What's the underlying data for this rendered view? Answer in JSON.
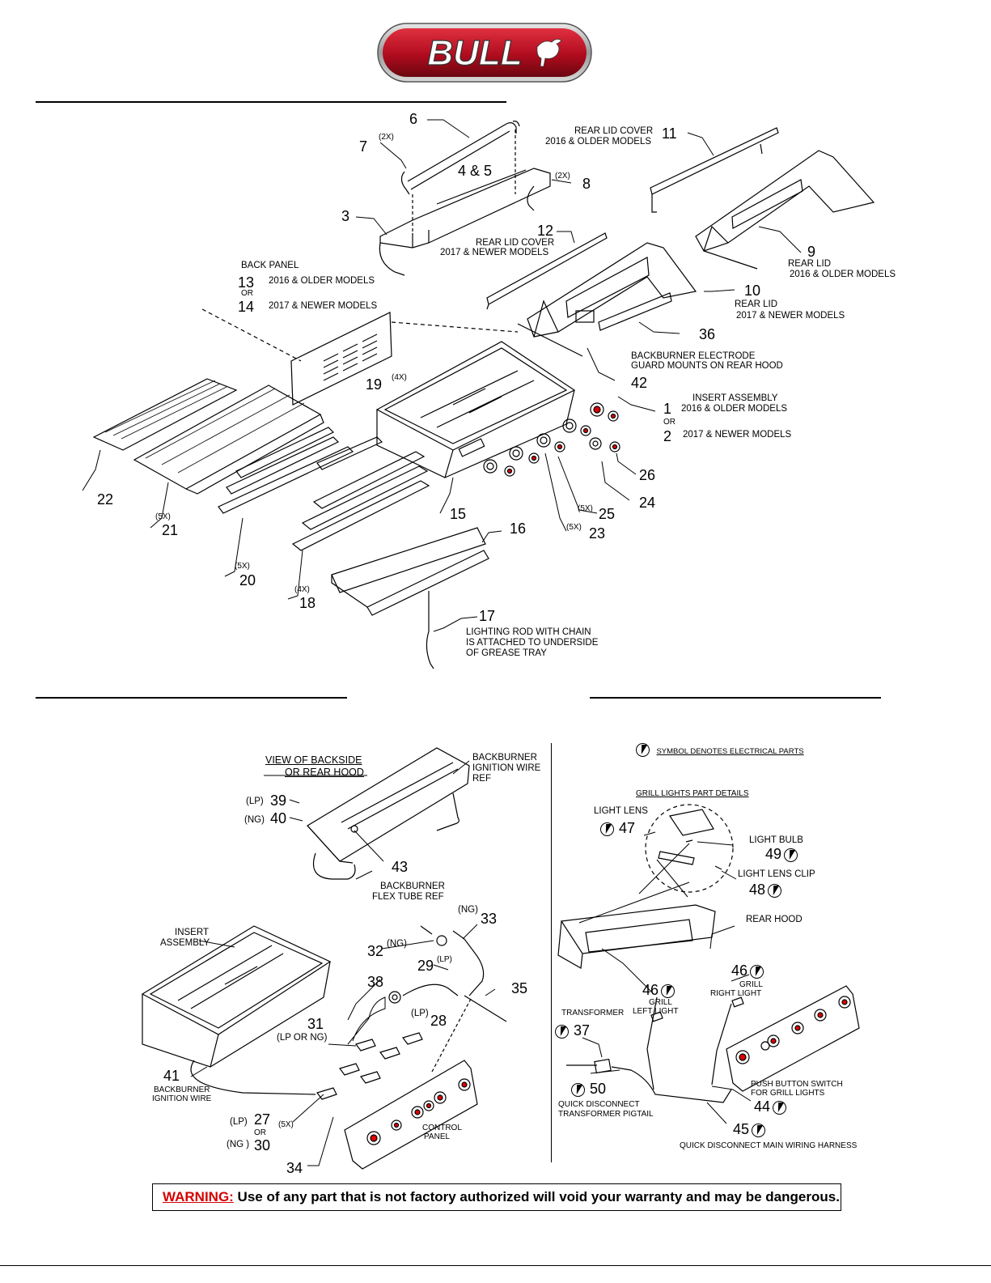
{
  "brand": {
    "logo_text": "BULL",
    "colors": {
      "red": "#c8102e",
      "dark_red": "#7a0a14",
      "silver": "#c9c9c9"
    }
  },
  "top_callouts": {
    "c6": "6",
    "c7": "7",
    "c7q": "(2X)",
    "c45": "4 & 5",
    "c8q": "(2X)",
    "c8": "8",
    "c3": "3",
    "c11_text": "REAR LID COVER",
    "c11": "11",
    "c11_sub": "2016 & OLDER MODELS",
    "c12": "12",
    "c12_text": "REAR LID COVER",
    "c12_sub": "2017 & NEWER MODELS",
    "c9": "9",
    "c9_text": "REAR LID",
    "c9_sub": "2016 & OLDER MODELS",
    "c10": "10",
    "c10_text": "REAR LID",
    "c10_sub": "2017 & NEWER MODELS",
    "bp_text": "BACK PANEL",
    "c13": "13",
    "c13_sub": "2016 & OLDER MODELS",
    "or1": "OR",
    "c14": "14",
    "c14_sub": "2017 & NEWER MODELS",
    "c36": "36",
    "c42_text1": "BACKBURNER ELECTRODE",
    "c42_text2": "GUARD MOUNTS ON REAR HOOD",
    "c42": "42",
    "c19": "19",
    "c19q": "(4X)",
    "c1": "1",
    "c1_text": "INSERT ASSEMBLY",
    "c1_sub": "2016 & OLDER MODELS",
    "or2": "OR",
    "c2": "2",
    "c2_sub": "2017 & NEWER MODELS",
    "c26": "26",
    "c24": "24",
    "c25q": "(5X)",
    "c25": "25",
    "c23q": "(5X)",
    "c23": "23",
    "c15": "15",
    "c22": "22",
    "c21q": "(5X)",
    "c21": "21",
    "c20q": "(5X)",
    "c20": "20",
    "c18q": "(4X)",
    "c18": "18",
    "c16": "16",
    "c17": "17",
    "c17_t1": "LIGHTING ROD WITH CHAIN",
    "c17_t2": "IS ATTACHED TO UNDERSIDE",
    "c17_t3": "OF GREASE TRAY"
  },
  "bottom_left": {
    "view1": "VIEW OF BACKSIDE",
    "view2": "OR REAR HOOD",
    "bb_ign1": "BACKBURNER",
    "bb_ign2": "IGNITION WIRE",
    "bb_ign3": "REF",
    "lp39": "(LP)",
    "c39": "39",
    "ng40": "(NG)",
    "c40": "40",
    "c43": "43",
    "flex1": "BACKBURNER",
    "flex2": "FLEX TUBE REF",
    "ng33": "(NG)",
    "c33": "33",
    "ng32": "(NG)",
    "c32": "32",
    "lp29": "(LP)",
    "c29": "29",
    "ins1": "INSERT",
    "ins2": "ASSEMBLY",
    "c38": "38",
    "c35": "35",
    "lp28": "(LP)",
    "c28": "28",
    "c31": "31",
    "c31_sub": "(LP OR NG)",
    "c41": "41",
    "c41_t1": "BACKBURNER",
    "c41_t2": "IGNITION WIRE",
    "lp27": "(LP)",
    "c27": "27",
    "or3": "OR",
    "q5x": "(5X)",
    "ng30": "(NG )",
    "c30": "30",
    "cp1": "CONTROL",
    "cp2": "PANEL",
    "c34": "34"
  },
  "bottom_right": {
    "symbol_note": "SYMBOL DENOTES ELECTRICAL PARTS",
    "gl_title": "GRILL LIGHTS  PART DETAILS",
    "lens": "LIGHT LENS",
    "c47": "47",
    "bulb": "LIGHT BULB",
    "c49": "49",
    "clip": "LIGHT LENS CLIP",
    "c48": "48",
    "rear_hood": "REAR HOOD",
    "c46a": "46",
    "grill_r1": "GRILL",
    "grill_r2": "RIGHT LIGHT",
    "c46b": "46",
    "grill_l1": "GRILL",
    "grill_l2": "LEFT LIGHT",
    "trans": "TRANSFORMER",
    "c37": "37",
    "c50": "50",
    "qd1": "QUICK DISCONNECT",
    "qd2": "TRANSFORMER PIGTAIL",
    "pb1": "PUSH BUTTON SWITCH",
    "pb2": "FOR GRILL LIGHTS",
    "c44": "44",
    "c45": "45",
    "qd_main": "QUICK DISCONNECT MAIN WIRING HARNESS"
  },
  "warning": {
    "label": "WARNING:",
    "text": " Use of any part that is not factory authorized will void your warranty and may be dangerous."
  }
}
